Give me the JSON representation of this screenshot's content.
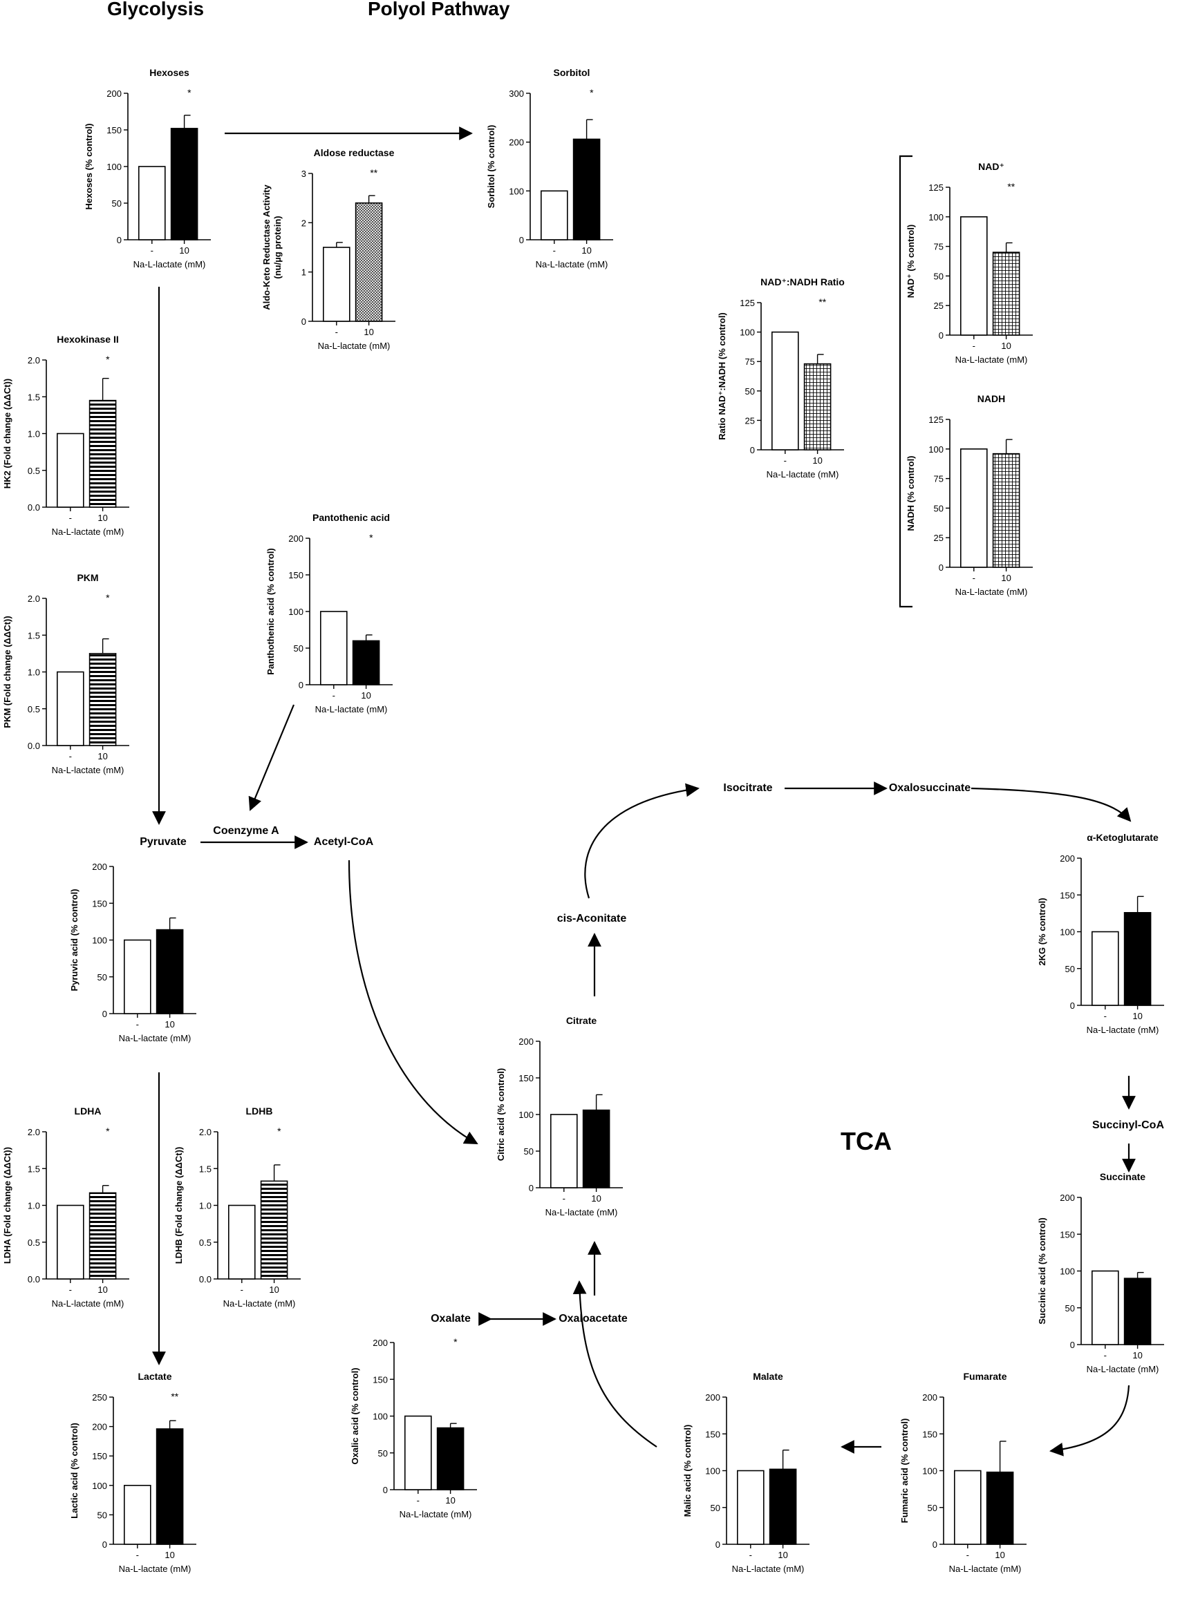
{
  "headers": {
    "glycolysis": "Glycolysis",
    "polyol": "Polyol Pathway",
    "tca": "TCA"
  },
  "nodes": {
    "pyruvate": "Pyruvate",
    "coenzyme_a": "Coenzyme A",
    "acetyl_coa": "Acetyl-CoA",
    "isocitrate": "Isocitrate",
    "oxalosuccinate": "Oxalosuccinate",
    "cis_aconitate": "cis-Aconitate",
    "succinyl_coa": "Succinyl-CoA",
    "oxalate": "Oxalate",
    "oxaloacetate": "Oxaloacetate"
  },
  "chart_data": [
    {
      "id": "hexoses",
      "type": "bar",
      "title": "Hexoses",
      "ylabel": "Hexoses (% control)",
      "ylim": [
        0,
        200
      ],
      "yticks": [
        "0",
        "50",
        "100",
        "150",
        "200"
      ],
      "categories": [
        "-",
        "10"
      ],
      "values": [
        100,
        152
      ],
      "errors": [
        0,
        18
      ],
      "xlabel": "Na-L-lactate (mM)",
      "sig": "*",
      "fill": "solid"
    },
    {
      "id": "aldose",
      "type": "bar",
      "title": "Aldose reductase",
      "ylabel": "Aldo-Keto Reductase Activity",
      "ylabel2": "(nu/µg protein)",
      "ylim": [
        0,
        3
      ],
      "yticks": [
        "0",
        "1",
        "2",
        "3"
      ],
      "categories": [
        "-",
        "10"
      ],
      "values": [
        1.5,
        2.4
      ],
      "errors": [
        0.1,
        0.15
      ],
      "xlabel": "Na-L-lactate (mM)",
      "sig": "**",
      "fill": "dots"
    },
    {
      "id": "sorbitol",
      "type": "bar",
      "title": "Sorbitol",
      "ylabel": "Sorbitol (% control)",
      "ylim": [
        0,
        300
      ],
      "yticks": [
        "0",
        "100",
        "200",
        "300"
      ],
      "categories": [
        "-",
        "10"
      ],
      "values": [
        100,
        206
      ],
      "errors": [
        0,
        40
      ],
      "xlabel": "Na-L-lactate (mM)",
      "sig": "*",
      "fill": "solid"
    },
    {
      "id": "hk2",
      "type": "bar",
      "title": "Hexokinase II",
      "ylabel": "HK2 (Fold change (ΔΔCt))",
      "ylim": [
        0,
        2
      ],
      "yticks": [
        "0.0",
        "0.5",
        "1.0",
        "1.5",
        "2.0"
      ],
      "categories": [
        "-",
        "10"
      ],
      "values": [
        1.0,
        1.45
      ],
      "errors": [
        0,
        0.3
      ],
      "xlabel": "Na-L-lactate (mM)",
      "sig": "*",
      "fill": "hstripes"
    },
    {
      "id": "pkm",
      "type": "bar",
      "title": "PKM",
      "ylabel": "PKM (Fold change (ΔΔCt))",
      "ylim": [
        0,
        2
      ],
      "yticks": [
        "0.0",
        "0.5",
        "1.0",
        "1.5",
        "2.0"
      ],
      "categories": [
        "-",
        "10"
      ],
      "values": [
        1.0,
        1.25
      ],
      "errors": [
        0,
        0.2
      ],
      "xlabel": "Na-L-lactate (mM)",
      "sig": "*",
      "fill": "hstripes"
    },
    {
      "id": "pantothenic",
      "type": "bar",
      "title": "Pantothenic acid",
      "ylabel": "Panthothenic acid (% control)",
      "ylim": [
        0,
        200
      ],
      "yticks": [
        "0",
        "50",
        "100",
        "150",
        "200"
      ],
      "categories": [
        "-",
        "10"
      ],
      "values": [
        100,
        60
      ],
      "errors": [
        0,
        8
      ],
      "xlabel": "Na-L-lactate (mM)",
      "sig": "*",
      "fill": "solid"
    },
    {
      "id": "nad_ratio",
      "type": "bar",
      "title": "NAD⁺:NADH Ratio",
      "ylabel": "Ratio NAD⁺:NADH (% control)",
      "ylim": [
        0,
        125
      ],
      "yticks": [
        "0",
        "25",
        "50",
        "75",
        "100",
        "125"
      ],
      "categories": [
        "-",
        "10"
      ],
      "values": [
        100,
        73
      ],
      "errors": [
        0,
        8
      ],
      "xlabel": "Na-L-lactate (mM)",
      "sig": "**",
      "fill": "grid"
    },
    {
      "id": "nad",
      "type": "bar",
      "title": "NAD⁺",
      "ylabel": "NAD⁺ (% control)",
      "ylim": [
        0,
        125
      ],
      "yticks": [
        "0",
        "25",
        "50",
        "75",
        "100",
        "125"
      ],
      "categories": [
        "-",
        "10"
      ],
      "values": [
        100,
        70
      ],
      "errors": [
        0,
        8
      ],
      "xlabel": "Na-L-lactate (mM)",
      "sig": "**",
      "fill": "grid"
    },
    {
      "id": "nadh",
      "type": "bar",
      "title": "NADH",
      "ylabel": "NADH (% control)",
      "ylim": [
        0,
        125
      ],
      "yticks": [
        "0",
        "25",
        "50",
        "75",
        "100",
        "125"
      ],
      "categories": [
        "-",
        "10"
      ],
      "values": [
        100,
        96
      ],
      "errors": [
        0,
        12
      ],
      "xlabel": "Na-L-lactate (mM)",
      "sig": "",
      "fill": "grid"
    },
    {
      "id": "pyruvic",
      "type": "bar",
      "title": "",
      "ylabel": "Pyruvic acid (% control)",
      "ylim": [
        0,
        200
      ],
      "yticks": [
        "0",
        "50",
        "100",
        "150",
        "200"
      ],
      "categories": [
        "-",
        "10"
      ],
      "values": [
        100,
        114
      ],
      "errors": [
        0,
        16
      ],
      "xlabel": "Na-L-lactate (mM)",
      "sig": "",
      "fill": "solid"
    },
    {
      "id": "alpha_kg",
      "type": "bar",
      "title": "α-Ketoglutarate",
      "ylabel": "2KG (% control)",
      "ylim": [
        0,
        200
      ],
      "yticks": [
        "0",
        "50",
        "100",
        "150",
        "200"
      ],
      "categories": [
        "-",
        "10"
      ],
      "values": [
        100,
        126
      ],
      "errors": [
        0,
        22
      ],
      "xlabel": "Na-L-lactate (mM)",
      "sig": "",
      "fill": "solid"
    },
    {
      "id": "citrate",
      "type": "bar",
      "title": "Citrate",
      "ylabel": "Citric acid (% control)",
      "ylim": [
        0,
        200
      ],
      "yticks": [
        "0",
        "50",
        "100",
        "150",
        "200"
      ],
      "categories": [
        "-",
        "10"
      ],
      "values": [
        100,
        106
      ],
      "errors": [
        0,
        21
      ],
      "xlabel": "Na-L-lactate (mM)",
      "sig": "",
      "fill": "solid"
    },
    {
      "id": "ldha",
      "type": "bar",
      "title": "LDHA",
      "ylabel": "LDHA (Fold change (ΔΔCt))",
      "ylim": [
        0,
        2
      ],
      "yticks": [
        "0.0",
        "0.5",
        "1.0",
        "1.5",
        "2.0"
      ],
      "categories": [
        "-",
        "10"
      ],
      "values": [
        1.0,
        1.17
      ],
      "errors": [
        0,
        0.1
      ],
      "xlabel": "Na-L-lactate (mM)",
      "sig": "*",
      "fill": "hstripes"
    },
    {
      "id": "ldhb",
      "type": "bar",
      "title": "LDHB",
      "ylabel": "LDHB (Fold change (ΔΔCt))",
      "ylim": [
        0,
        2
      ],
      "yticks": [
        "0.0",
        "0.5",
        "1.0",
        "1.5",
        "2.0"
      ],
      "categories": [
        "-",
        "10"
      ],
      "values": [
        1.0,
        1.33
      ],
      "errors": [
        0,
        0.22
      ],
      "xlabel": "Na-L-lactate (mM)",
      "sig": "*",
      "fill": "hstripes"
    },
    {
      "id": "succinate",
      "type": "bar",
      "title": "Succinate",
      "ylabel": "Succinic acid (% control)",
      "ylim": [
        0,
        200
      ],
      "yticks": [
        "0",
        "50",
        "100",
        "150",
        "200"
      ],
      "categories": [
        "-",
        "10"
      ],
      "values": [
        100,
        90
      ],
      "errors": [
        0,
        8
      ],
      "xlabel": "Na-L-lactate (mM)",
      "sig": "",
      "fill": "solid"
    },
    {
      "id": "lactate",
      "type": "bar",
      "title": "Lactate",
      "ylabel": "Lactic acid (% control)",
      "ylim": [
        0,
        250
      ],
      "yticks": [
        "0",
        "50",
        "100",
        "150",
        "200",
        "250"
      ],
      "categories": [
        "-",
        "10"
      ],
      "values": [
        100,
        196
      ],
      "errors": [
        0,
        14
      ],
      "xlabel": "Na-L-lactate (mM)",
      "sig": "**",
      "fill": "solid"
    },
    {
      "id": "oxalic",
      "type": "bar",
      "title": "",
      "ylabel": "Oxalic acid (% control)",
      "ylim": [
        0,
        200
      ],
      "yticks": [
        "0",
        "50",
        "100",
        "150",
        "200"
      ],
      "categories": [
        "-",
        "10"
      ],
      "values": [
        100,
        84
      ],
      "errors": [
        0,
        6
      ],
      "xlabel": "Na-L-lactate (mM)",
      "sig": "*",
      "fill": "solid"
    },
    {
      "id": "malate",
      "type": "bar",
      "title": "Malate",
      "ylabel": "Malic acid (% control)",
      "ylim": [
        0,
        200
      ],
      "yticks": [
        "0",
        "50",
        "100",
        "150",
        "200"
      ],
      "categories": [
        "-",
        "10"
      ],
      "values": [
        100,
        102
      ],
      "errors": [
        0,
        26
      ],
      "xlabel": "Na-L-lactate (mM)",
      "sig": "",
      "fill": "solid"
    },
    {
      "id": "fumarate",
      "type": "bar",
      "title": "Fumarate",
      "ylabel": "Fumaric acid (% control)",
      "ylim": [
        0,
        200
      ],
      "yticks": [
        "0",
        "50",
        "100",
        "150",
        "200"
      ],
      "categories": [
        "-",
        "10"
      ],
      "values": [
        100,
        98
      ],
      "errors": [
        0,
        42
      ],
      "xlabel": "Na-L-lactate (mM)",
      "sig": "",
      "fill": "solid"
    }
  ]
}
